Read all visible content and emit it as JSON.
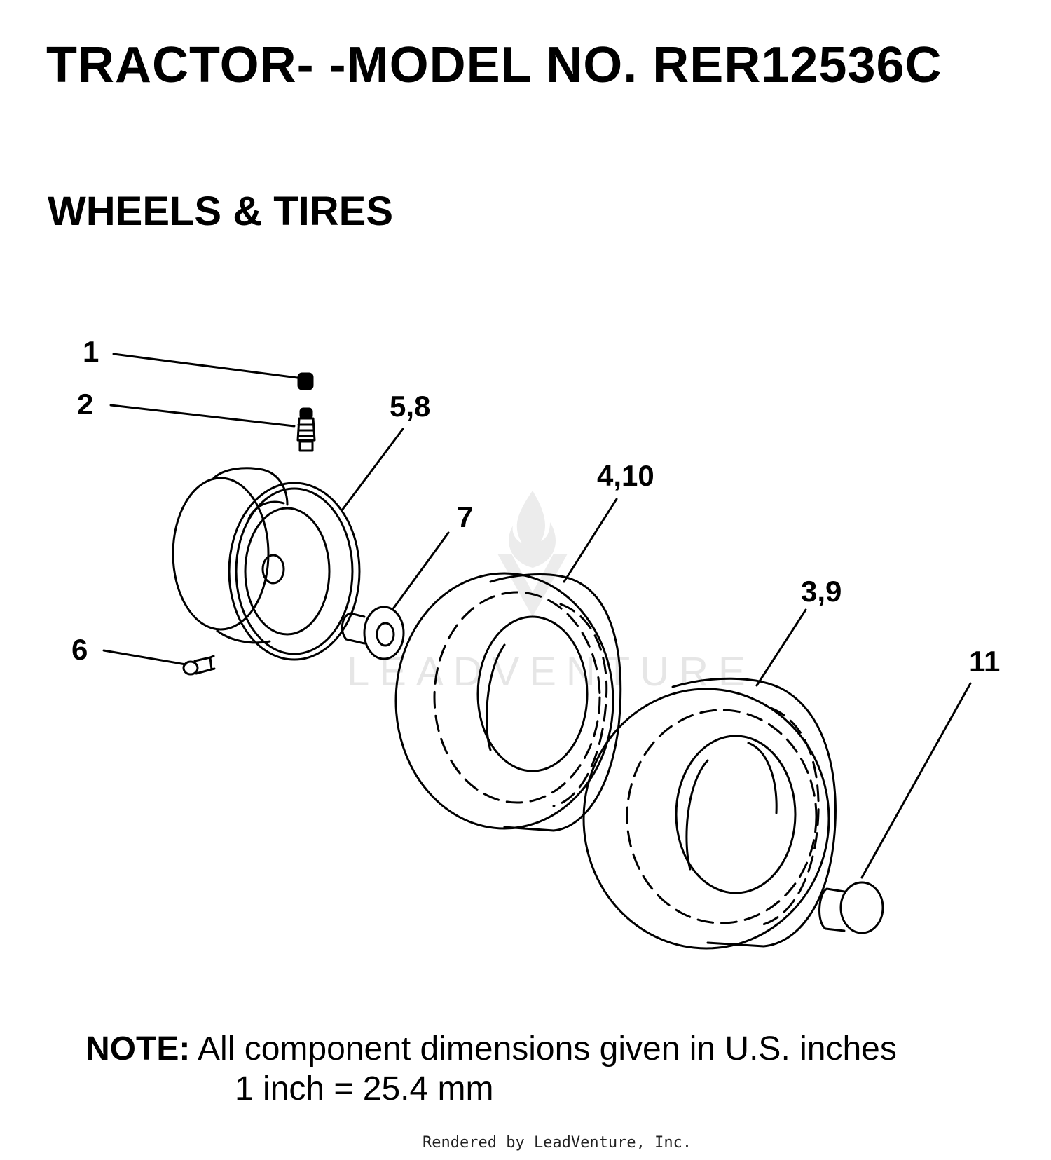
{
  "title": "TRACTOR- -MODEL NO. RER12536C",
  "subtitle": "WHEELS & TIRES",
  "callouts": {
    "c1": "1",
    "c2": "2",
    "c58": "5,8",
    "c410": "4,10",
    "c7": "7",
    "c39": "3,9",
    "c6": "6",
    "c11": "11"
  },
  "note": {
    "label": "NOTE:",
    "line1": "All component dimensions given in U.S. inches",
    "line2": "1 inch = 25.4 mm"
  },
  "watermark": "LEADVENTURE",
  "footer": "Rendered by LeadVenture, Inc."
}
